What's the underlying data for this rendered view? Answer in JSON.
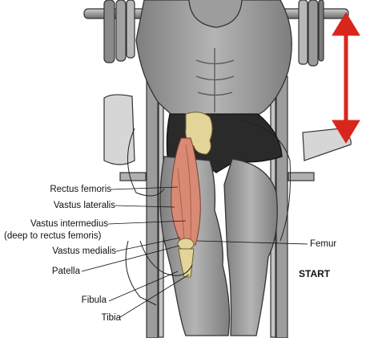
{
  "illustration": {
    "subject": "squat-machine-exercise",
    "colors": {
      "muscle_red": "#d98a74",
      "bone": "#e3d49a",
      "body_gray": "#8f8f8f",
      "machine_gray": "#a9a9a9",
      "arrow_red": "#d8261c",
      "outline": "#222222"
    },
    "icons": [
      "double-headed-arrow-icon"
    ]
  },
  "labels": {
    "rectus_femoris": "Rectus femoris",
    "vastus_lateralis": "Vastus lateralis",
    "vastus_intermedius": "Vastus intermedius",
    "vastus_intermedius_note": "(deep to rectus femoris)",
    "vastus_medialis": "Vastus medialis",
    "patella": "Patella",
    "fibula": "Fibula",
    "tibia": "Tibia",
    "femur": "Femur",
    "phase": "START"
  }
}
